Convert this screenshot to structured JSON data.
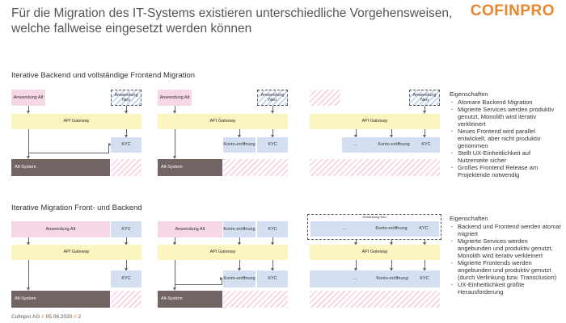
{
  "title": "Für die Migration des IT-Systems existieren unterschiedliche Vorgehensweisen, welche fallweise eingesetzt werden können",
  "logo": "COFINPRO",
  "labels": {
    "app_old": "Anwendung Alt",
    "app_new": "Anwendung Neu",
    "api_gateway": "API Gateway",
    "kyc": "KYC",
    "konto": "Konto-eröffnung",
    "alt_system": "Alt-System",
    "ellipsis": "...",
    "app_new_small": "Anwendung Neu"
  },
  "section1": {
    "heading": "Iterative Backend und vollständige Frontend Migration",
    "properties_title": "Eigenschaften",
    "properties": [
      "Atomare Backend Migration",
      "Migrierte Services werden produktiv genutzt, Monolith wird iterativ verkleinert",
      "Neues Frontend wird parallel entwickelt, aber nicht produktiv genommen",
      "Stellt UX-Einheitlichkeit auf Nutzerseite sicher",
      "Großes Frontend Release am Projektende notwendig"
    ]
  },
  "section2": {
    "heading": "Iterative Migration Front- und Backend",
    "properties_title": "Eigenschaften",
    "properties": [
      "Backend und Frontend werden atomar migriert",
      "Migrierte Services werden angebunden und produktiv genutzt, Monolith wird iterativ verkleinert",
      "Migrierte Frontends werden angebunden und produktiv genutzt (durch Verlinkung bzw. Transclusion)",
      "UX-Einheitlichkeit größte Herausforderung"
    ]
  },
  "footer": {
    "company": "Cofinpro AG",
    "separator": "//",
    "date": "05.06.2020",
    "page": "2"
  },
  "colors": {
    "accent": "#e8862d",
    "pink": "#f6d7e6",
    "blue": "#d4e0f1",
    "yellow": "#fbf6c0",
    "dark": "#726462"
  }
}
